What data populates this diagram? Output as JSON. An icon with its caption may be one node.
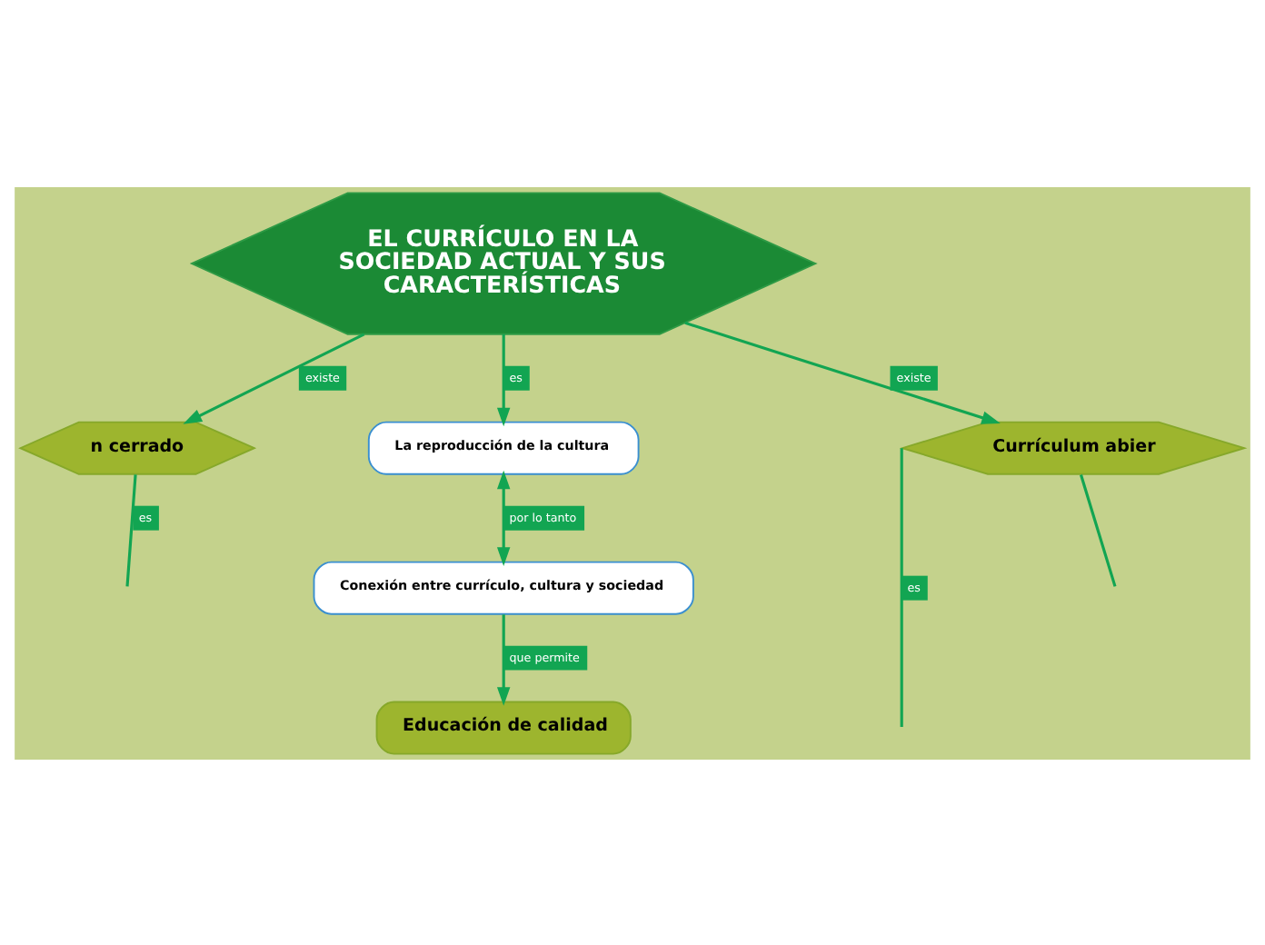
{
  "diagram": {
    "nodes": [
      {
        "text": [
          "EL CURRÍCULO EN LA SOCIEDAD ACTUAL Y SUS CARACTERÍSTICAS"
        ]
      },
      {
        "text": [
          "La reproducción de la cultura"
        ]
      },
      {
        "text": [
          "Conexión entre currículo, cultura y sociedad"
        ]
      },
      {
        "text": [
          "n cerrado"
        ]
      },
      {
        "text": [
          "Currículum abier"
        ]
      },
      {
        "text": [
          "Educación de calidad"
        ]
      }
    ],
    "edges": [
      {
        "from": 0,
        "to": 3,
        "arrow": "to",
        "label": "existe"
      },
      {
        "from": 0,
        "to": 1,
        "arrow": "to",
        "label": "es"
      },
      {
        "from": 0,
        "to": 4,
        "arrow": "to",
        "label": "existe"
      },
      {
        "from": 1,
        "to": 2,
        "arrow": "both",
        "label": "por lo tanto"
      },
      {
        "from": 2,
        "to": 5,
        "arrow": "to",
        "label": "que permite"
      },
      {
        "from": 3,
        "to": null,
        "arrow": "none",
        "label": "es"
      },
      {
        "from": 4,
        "to": null,
        "arrow": "none",
        "label": "es"
      },
      {
        "from": 4,
        "to": null,
        "arrow": "none"
      }
    ]
  }
}
